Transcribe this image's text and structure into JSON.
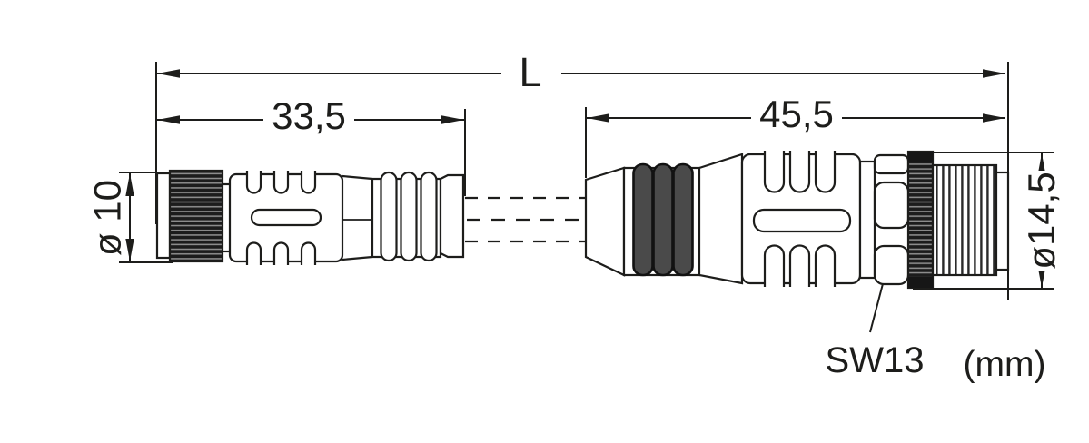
{
  "drawing": {
    "type": "technical-dimension-drawing",
    "subject": "cable assembly with two circular connectors (socket and plug)",
    "unit_note": "(mm)",
    "dimensions": {
      "overall_length": "L",
      "left_connector_length": "33,5",
      "right_connector_length": "45,5",
      "left_connector_diameter": "ø 10",
      "right_connector_diameter": "ø14,5",
      "wrench_size": "SW13"
    },
    "colors": {
      "line": "#1d1d1b",
      "background": "#ffffff",
      "knurl_dark": "#1c1c1c",
      "knurl_light": "#909090",
      "rib_fill": "#4a4a4a"
    }
  }
}
